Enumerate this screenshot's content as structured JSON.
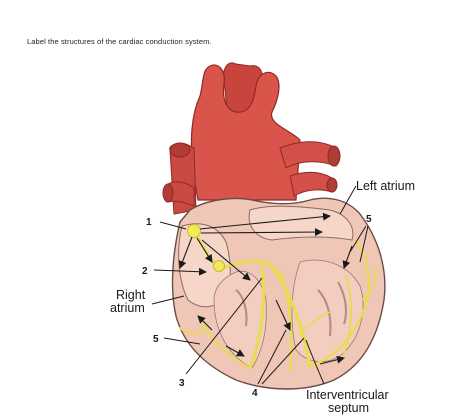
{
  "instruction": "Label the structures of the cardiac conduction system.",
  "labels": {
    "left_atrium": "Left atrium",
    "right_atrium_1": "Right",
    "right_atrium_2": "atrium",
    "interventricular_1": "Interventricular",
    "interventricular_2": "septum"
  },
  "numbers": {
    "n1": "1",
    "n2": "2",
    "n3": "3",
    "n4": "4",
    "n5_left": "5",
    "n5_right": "5"
  },
  "colors": {
    "aorta": "#d9544a",
    "heart_body": "#f0c6b6",
    "conduction": "#e8dd4a",
    "node": "#f3ea5a"
  }
}
